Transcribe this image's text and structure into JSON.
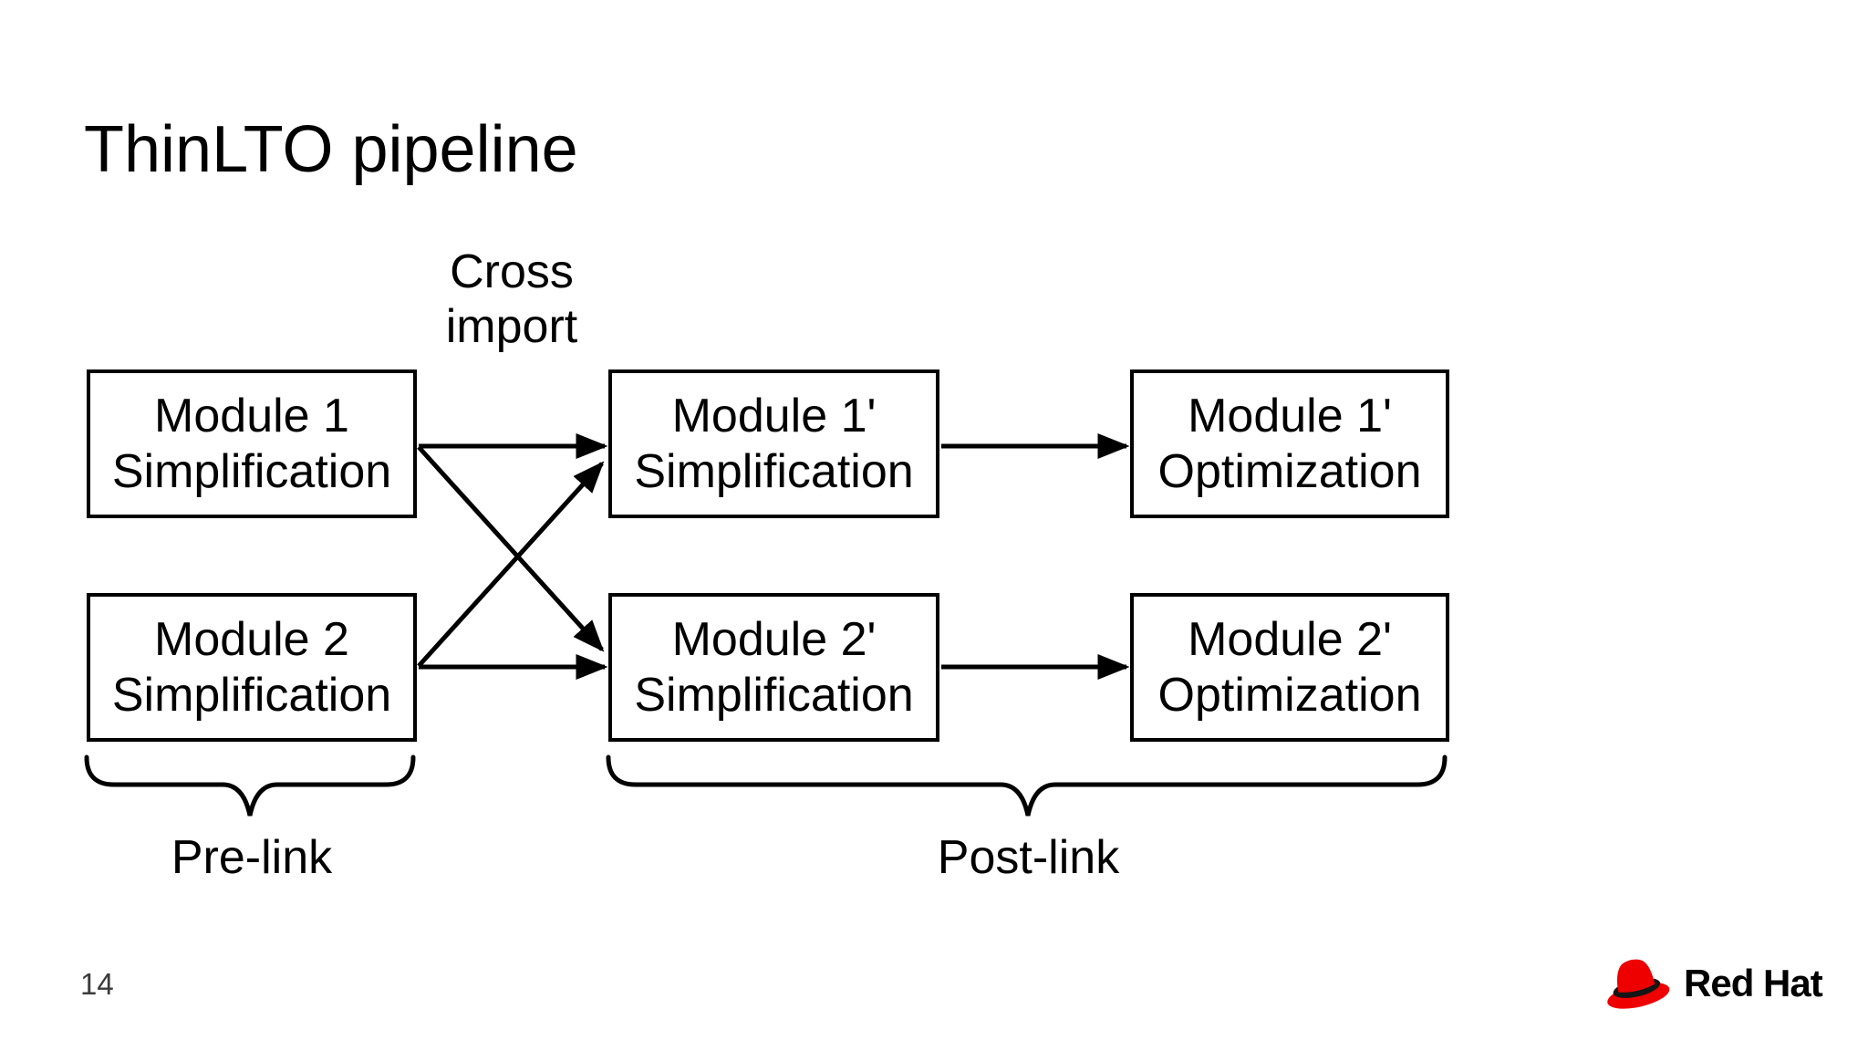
{
  "slide": {
    "title": "ThinLTO pipeline",
    "page_number": "14"
  },
  "diagram": {
    "cross_import": {
      "line1": "Cross",
      "line2": "import"
    },
    "boxes": [
      {
        "id": "module-1-simplification",
        "line1": "Module 1",
        "line2": "Simplification"
      },
      {
        "id": "module-2-simplification",
        "line1": "Module 2",
        "line2": "Simplification"
      },
      {
        "id": "module-1-prime-simplification",
        "line1": "Module 1'",
        "line2": "Simplification"
      },
      {
        "id": "module-2-prime-simplification",
        "line1": "Module 2'",
        "line2": "Simplification"
      },
      {
        "id": "module-1-prime-optimization",
        "line1": "Module 1'",
        "line2": "Optimization"
      },
      {
        "id": "module-2-prime-optimization",
        "line1": "Module 2'",
        "line2": "Optimization"
      }
    ],
    "phase_labels": {
      "pre_link": "Pre-link",
      "post_link": "Post-link"
    }
  },
  "footer": {
    "logo_text": "Red Hat"
  },
  "colors": {
    "background": "#ffffff",
    "text": "#000000",
    "line": "#000000",
    "page_number": "#3b3b3b",
    "logo_red": "#ee0000",
    "logo_band": "#151515"
  }
}
